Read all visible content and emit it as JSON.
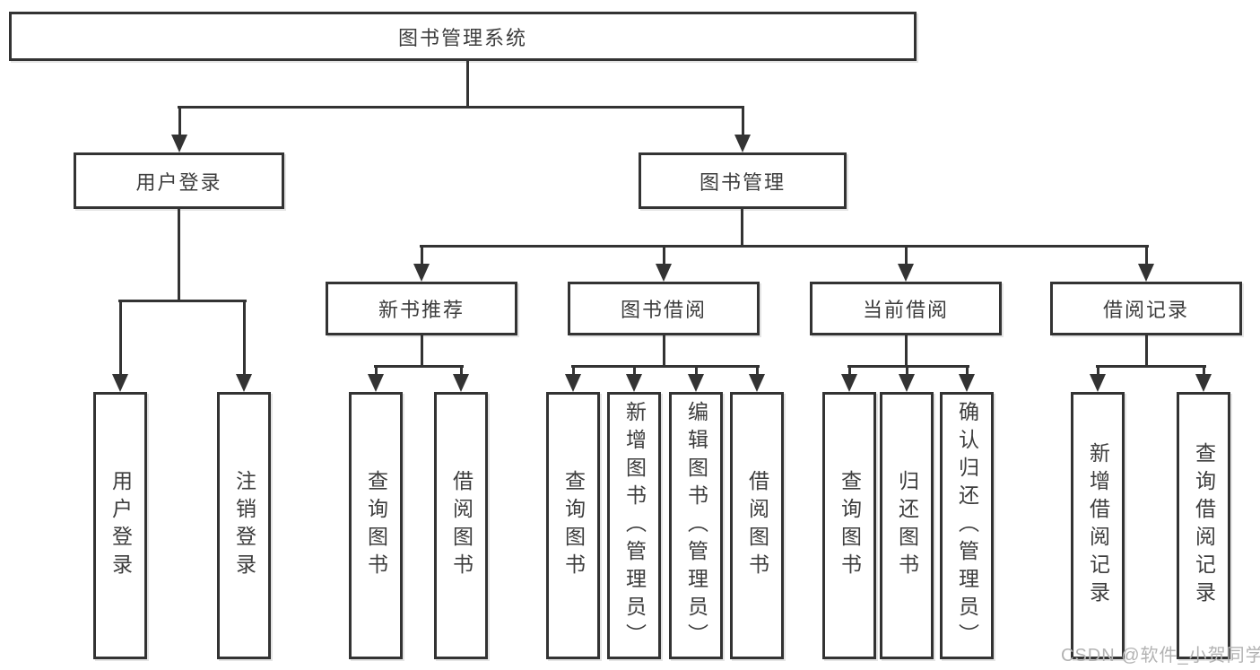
{
  "diagram": {
    "root": {
      "label": "图书管理系统"
    },
    "user_login": {
      "label": "用户登录",
      "children": [
        {
          "label": "用户登录"
        },
        {
          "label": "注销登录"
        }
      ]
    },
    "book_management": {
      "label": "图书管理",
      "sections": [
        {
          "label": "新书推荐",
          "children": [
            {
              "label": "查询图书"
            },
            {
              "label": "借阅图书"
            }
          ]
        },
        {
          "label": "图书借阅",
          "children": [
            {
              "label": "查询图书"
            },
            {
              "label": "新增图书（管理员）"
            },
            {
              "label": "编辑图书（管理员）"
            },
            {
              "label": "借阅图书"
            }
          ]
        },
        {
          "label": "当前借阅",
          "children": [
            {
              "label": "查询图书"
            },
            {
              "label": "归还图书"
            },
            {
              "label": "确认归还（管理员）"
            }
          ]
        },
        {
          "label": "借阅记录",
          "children": [
            {
              "label": "新增借阅记录"
            },
            {
              "label": "查询借阅记录"
            }
          ]
        }
      ]
    },
    "watermark": "CSDN @软件_小贺同学",
    "colors": {
      "line": "#333333",
      "text": "#3d3d3d",
      "watermark": "#b3b3b3",
      "background": "#ffffff"
    }
  }
}
